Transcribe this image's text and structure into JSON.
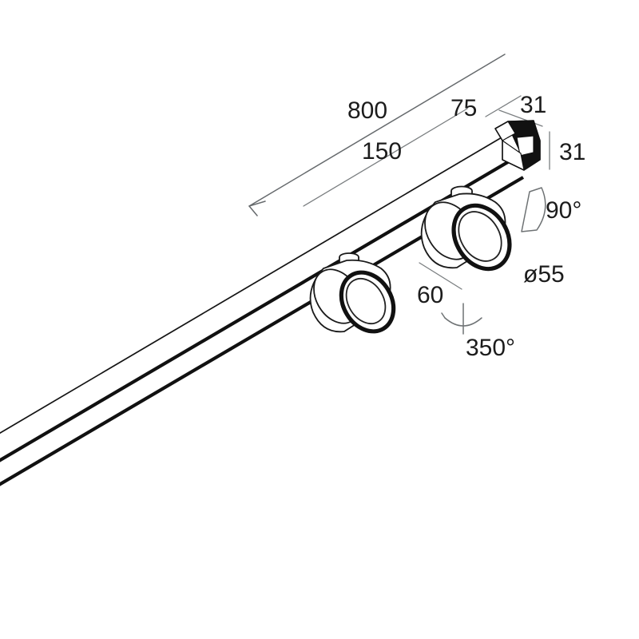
{
  "drawing": {
    "title": "Track luminaire dimensional drawing",
    "background_color": "#ffffff",
    "line_color": "#111111",
    "dimension_line_color": "#6e7274",
    "text_color": "#1c1c1c",
    "projection": "isometric"
  },
  "dimensions": {
    "track_length": "800",
    "spot_spacing": "75",
    "module_pitch": "150",
    "profile_width": "31",
    "profile_height": "31",
    "head_length": "60",
    "head_diameter": "ø55",
    "tilt_angle": "90°",
    "rotation_angle": "350°"
  },
  "labels": [
    {
      "id": "len-800",
      "text": "800",
      "name": "dimension-label-800"
    },
    {
      "id": "pitch-150",
      "text": "150",
      "name": "dimension-label-150"
    },
    {
      "id": "spacing-75",
      "text": "75",
      "name": "dimension-label-75"
    },
    {
      "id": "width-31",
      "text": "31",
      "name": "dimension-label-width-31"
    },
    {
      "id": "height-31",
      "text": "31",
      "name": "dimension-label-height-31"
    },
    {
      "id": "tilt-90",
      "text": "90°",
      "name": "dimension-label-tilt-90"
    },
    {
      "id": "dia-55",
      "text": "ø55",
      "name": "dimension-label-diameter-55"
    },
    {
      "id": "len-60",
      "text": "60",
      "name": "dimension-label-60"
    },
    {
      "id": "rot-350",
      "text": "350°",
      "name": "dimension-label-rotation-350"
    }
  ],
  "components": {
    "track_profile": "extruded rectangular track rail",
    "spot_count": 2,
    "spot_heads": [
      "cylindrical spot head front",
      "cylindrical spot head rear"
    ],
    "end_cap": "profile end section"
  }
}
